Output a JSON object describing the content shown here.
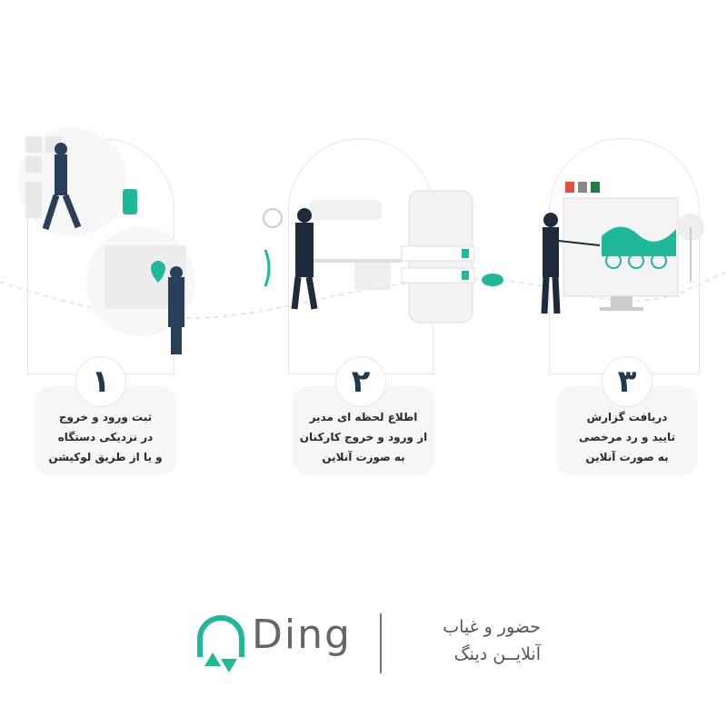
{
  "steps": [
    {
      "number": "۱",
      "lines": [
        "ثبت ورود و خروج",
        "در نزدیکی دستگاه",
        "و یا از طریق لوکیشن"
      ]
    },
    {
      "number": "۲",
      "lines": [
        "اطلاع لحظه ای مدیر",
        "از ورود و خروج کارکنان",
        "به صورت آنلاین"
      ]
    },
    {
      "number": "۳",
      "lines": [
        "دریافت گزارش",
        "تایید و رد مرخصی",
        "به صورت آنلاین"
      ]
    }
  ],
  "logo": {
    "wordmark": "Ding",
    "tagline_line1": "حضور و غیاب",
    "tagline_line2": "آنلایــن دینگ"
  },
  "colors": {
    "accent": "#1fb89a",
    "dark": "#1f3a4a",
    "card": "#f6f6f6"
  }
}
